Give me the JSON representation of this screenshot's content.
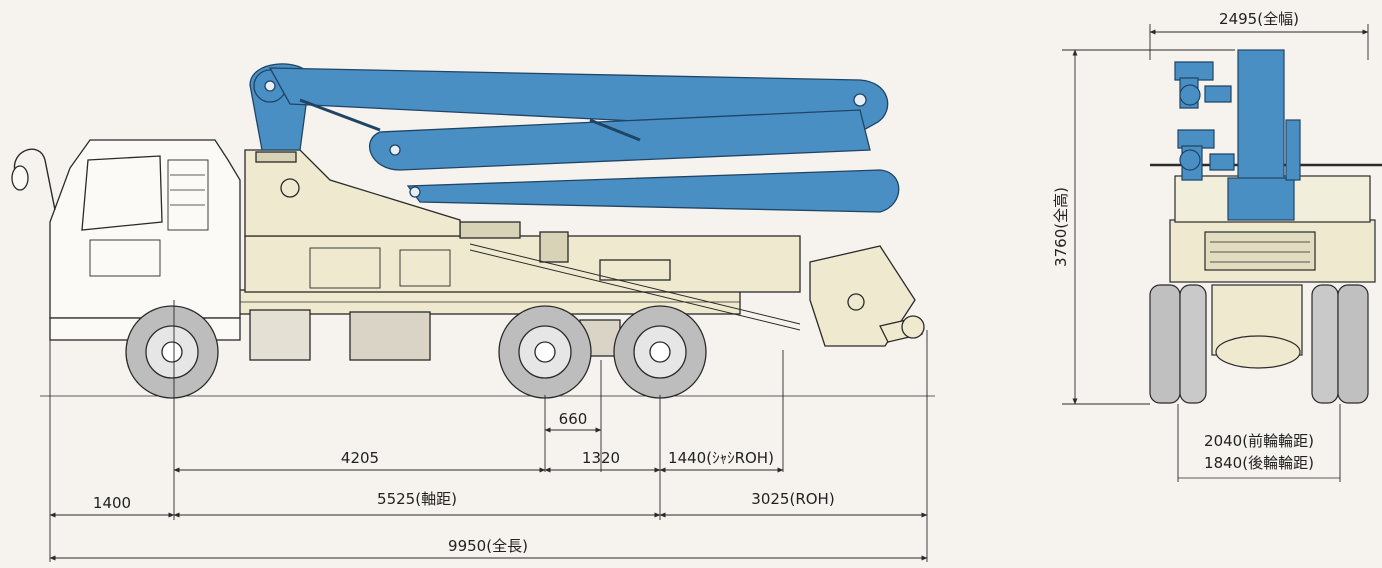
{
  "side_view": {
    "dimensions": {
      "front_overhang": "1400",
      "wheelbase": "5525(軸距)",
      "rear_overhang": "3025(ROH)",
      "overall_length": "9950(全長)",
      "front_axle_to_rear_axle1": "4205",
      "rear_axle_spacing": "1320",
      "chassis_rear_overhang": "1440(ｼｬｼROH)",
      "half_axle_offset": "660"
    }
  },
  "rear_view": {
    "dimensions": {
      "overall_width": "2495(全幅)",
      "overall_height": "3760(全高)",
      "front_track": "2040(前輪輪距)",
      "rear_track": "1840(後輪輪距)"
    }
  },
  "colors": {
    "boom": "#4a8fc4",
    "body": "#efe9cf",
    "line": "#2a2a2a",
    "tire": "#b9b9b9",
    "background": "#f6f3ee"
  }
}
